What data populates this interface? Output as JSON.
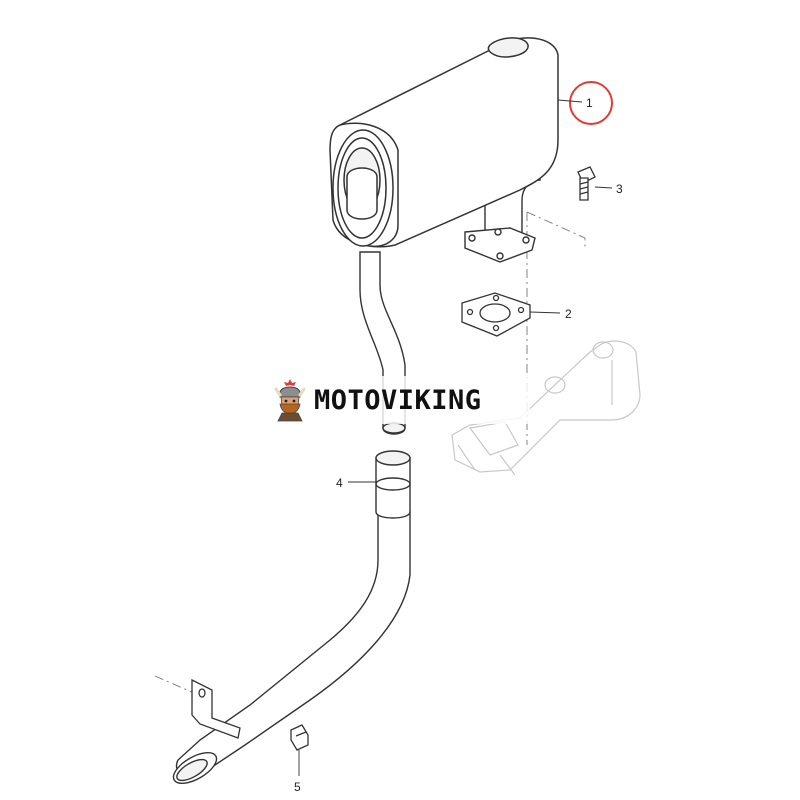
{
  "callouts": [
    {
      "id": "1",
      "label": "1"
    },
    {
      "id": "2",
      "label": "2"
    },
    {
      "id": "3",
      "label": "3"
    },
    {
      "id": "4",
      "label": "4"
    },
    {
      "id": "5",
      "label": "5"
    }
  ],
  "highlight": {
    "target": "1",
    "color": "#e53935"
  },
  "watermark": {
    "text": "MOTOVIKING"
  },
  "colors": {
    "line": "#333333",
    "faint": "#c8c8c8",
    "dash": "#777777",
    "accent": "#e53935"
  }
}
